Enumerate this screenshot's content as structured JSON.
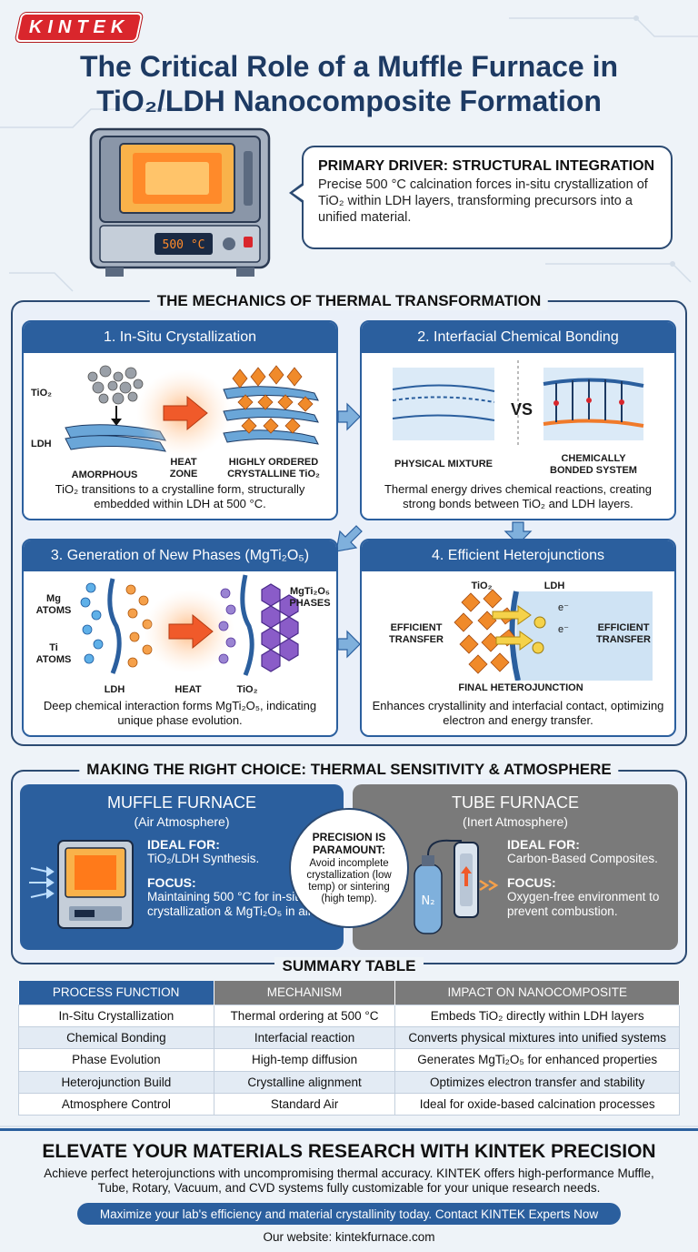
{
  "brand": "KINTEK",
  "title_line1": "The Critical Role of a Muffle Furnace in",
  "title_line2": "TiO₂/LDH Nanocomposite Formation",
  "furnace_display": "500 °C",
  "primary_driver": {
    "heading": "PRIMARY DRIVER: STRUCTURAL INTEGRATION",
    "text": "Precise 500 °C calcination forces in-situ crystallization of TiO₂ within LDH layers, transforming precursors into a unified material."
  },
  "mechanics": {
    "title": "THE MECHANICS OF THERMAL TRANSFORMATION",
    "panels": [
      {
        "title": "1. In-Situ Crystallization",
        "labels": {
          "tio2": "TiO₂",
          "ldh": "LDH",
          "amorphous": "AMORPHOUS",
          "heat_zone": "HEAT ZONE",
          "ordered": "HIGHLY ORDERED CRYSTALLINE TiO₂"
        },
        "caption": "TiO₂ transitions to a crystalline form, structurally embedded within LDH at 500 °C."
      },
      {
        "title": "2. Interfacial Chemical Bonding",
        "labels": {
          "physical": "PHYSICAL MIXTURE",
          "vs": "VS",
          "bonded": "CHEMICALLY BONDED SYSTEM"
        },
        "caption": "Thermal energy drives chemical reactions, creating strong bonds between TiO₂ and LDH layers."
      },
      {
        "title": "3. Generation of New Phases (MgTi₂O₅)",
        "labels": {
          "mg": "Mg ATOMS",
          "ti": "Ti ATOMS",
          "ldh": "LDH",
          "heat": "HEAT",
          "tio2": "TiO₂",
          "phases": "MgTi₂O₅ PHASES"
        },
        "caption": "Deep chemical interaction forms MgTi₂O₅, indicating unique phase evolution."
      },
      {
        "title": "4. Efficient Heterojunctions",
        "labels": {
          "tio2": "TiO₂",
          "ldh": "LDH",
          "left": "EFFICIENT TRANSFER",
          "right": "EFFICIENT TRANSFER",
          "final": "FINAL HETEROJUNCTION",
          "electron": "e⁻"
        },
        "caption": "Enhances crystallinity and interfacial contact, optimizing electron and energy transfer."
      }
    ]
  },
  "choice": {
    "title": "MAKING THE RIGHT CHOICE: THERMAL SENSITIVITY & ATMOSPHERE",
    "muffle": {
      "name": "MUFFLE FURNACE",
      "atmosphere": "(Air Atmosphere)",
      "ideal_label": "IDEAL FOR:",
      "ideal": "TiO₂/LDH Synthesis.",
      "focus_label": "FOCUS:",
      "focus": "Maintaining 500 °C for in-situ crystallization & MgTi₂O₅ in air."
    },
    "precision": {
      "heading": "PRECISION IS PARAMOUNT:",
      "text": "Avoid incomplete crystallization (low temp) or sintering (high temp)."
    },
    "tube": {
      "name": "TUBE FURNACE",
      "atmosphere": "(Inert Atmosphere)",
      "ideal_label": "IDEAL FOR:",
      "ideal": "Carbon-Based Composites.",
      "focus_label": "FOCUS:",
      "focus": "Oxygen-free environment to prevent combustion.",
      "gas": "N₂"
    }
  },
  "summary": {
    "title": "SUMMARY TABLE",
    "headers": [
      "PROCESS FUNCTION",
      "MECHANISM",
      "IMPACT ON NANOCOMPOSITE"
    ],
    "rows": [
      [
        "In-Situ Crystallization",
        "Thermal ordering at 500 °C",
        "Embeds TiO₂ directly within LDH layers"
      ],
      [
        "Chemical Bonding",
        "Interfacial reaction",
        "Converts physical mixtures into unified systems"
      ],
      [
        "Phase Evolution",
        "High-temp diffusion",
        "Generates MgTi₂O₅ for enhanced properties"
      ],
      [
        "Heterojunction Build",
        "Crystalline alignment",
        "Optimizes electron transfer and stability"
      ],
      [
        "Atmosphere Control",
        "Standard Air",
        "Ideal for oxide-based calcination processes"
      ]
    ]
  },
  "cta": {
    "heading": "ELEVATE YOUR MATERIALS RESEARCH WITH KINTEK PRECISION",
    "text": "Achieve perfect heterojunctions with uncompromising thermal accuracy. KINTEK offers high-performance Muffle, Tube, Rotary, Vacuum, and CVD systems fully customizable for your unique research needs.",
    "button": "Maximize your lab's efficiency and material crystallinity today. Contact KINTEK Experts Now",
    "website": "Our website: kintekfurnace.com"
  },
  "colors": {
    "navy": "#1d3a63",
    "blue": "#2b5f9e",
    "gray": "#7a7a7a",
    "red": "#d9262c",
    "orange": "#f07a2a"
  }
}
